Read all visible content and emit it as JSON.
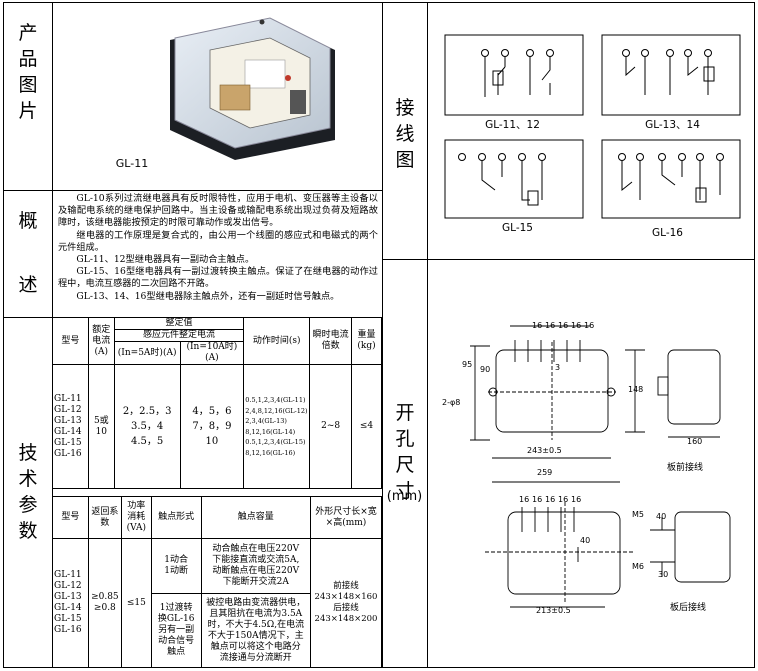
{
  "sections": {
    "product_image": "产品图片",
    "overview": [
      "概",
      "述"
    ],
    "tech_params": "技术参数",
    "wiring": "接线图",
    "cutout": [
      "开",
      "孔",
      "尺",
      "寸"
    ],
    "cutout_unit": "(mm)"
  },
  "product_caption": "GL-11",
  "overview_text": [
    "GL-10系列过流继电器具有反时限特性，应用于电机、变压器等主设备以及输配电系统的继电保护回路中。当主设备或输配电系统出现过负荷及短路故障时，该继电器能按预定的时限可靠动作或发出信号。",
    "继电器的工作原理是复合式的，由公用一个线圈的感应式和电磁式的两个元件组成。",
    "GL-11、12型继电器具有一副动合主触点。",
    "GL-15、16型继电器具有一副过渡转换主触点。保证了在继电器的动作过程中，电流互感器的二次回路不开路。",
    "GL-13、14、16型继电器除主触点外，还有一副延时信号触点。"
  ],
  "table1": {
    "h_model": "型号",
    "h_rated": "额定电流(A)",
    "h_setting": "整定值",
    "h_induction": "感应元件整定电流",
    "h_in5": "(In=5A时)(A)",
    "h_in10": "(In=10A时)(A)",
    "h_time": "动作时间(s)",
    "h_instant": "瞬时电流倍数",
    "h_weight": "重量(kg)",
    "models": [
      "GL-11",
      "GL-12",
      "GL-13",
      "GL-14",
      "GL-15",
      "GL-16"
    ],
    "rated": "5或10",
    "in5": [
      "2，2.5，3",
      "3.5，4",
      "4.5，5"
    ],
    "in10": [
      "4，5，6",
      "7，8，9",
      "10"
    ],
    "times": [
      "0.5,1,2,3,4(GL-11)",
      "2,4,8,12,16(GL-12)",
      "2,3,4(GL-13)",
      "8,12,16(GL-14)",
      "0.5,1,2,3,4(GL-15)",
      "8,12,16(GL-16)"
    ],
    "instant": "2~8",
    "weight": "≤4"
  },
  "table2": {
    "h_model": "型号",
    "h_return": "返回系数",
    "h_power": "功率消耗(VA)",
    "h_contact": "触点形式",
    "h_capacity": "触点容量",
    "h_dims": "外形尺寸长×宽×高(mm)",
    "models": [
      "GL-11",
      "GL-12",
      "GL-13",
      "GL-14",
      "GL-15",
      "GL-16"
    ],
    "return_vals": [
      "≥0.85",
      "≥0.8"
    ],
    "power": "≤15",
    "contact1": [
      "1动合",
      "1动断"
    ],
    "capacity1": [
      "动合触点在电压220V",
      "下能接直流或交流5A,",
      "动断触点在电压220V",
      "下能断开交流2A"
    ],
    "contact2": [
      "1过渡转",
      "换GL-16",
      "另有一副",
      "动合信号",
      "触点"
    ],
    "capacity2": [
      "被控电路由变流器供电，",
      "且其阻抗在电流为3.5A",
      "时，不大于4.5Ω,在电流",
      "不大于150A情况下，主",
      "触点可以将这个电路分",
      "流接通与分流断开"
    ],
    "dims": [
      "前接线",
      "243×148×160",
      "后接线",
      "243×148×200"
    ]
  },
  "wiring_labels": [
    "GL-11、12",
    "GL-13、14",
    "GL-15",
    "GL-16"
  ],
  "cutout_labels": {
    "front_caption": "板前接线",
    "rear_caption": "板后接线",
    "d16": "16",
    "d95": "95",
    "d90": "90",
    "d3": "3",
    "d148": "148",
    "hole": "2-φ8",
    "d243": "243±0.5",
    "d259": "259",
    "d160": "160",
    "d40": "40",
    "d213": "213±0.5",
    "m5": "M5",
    "m6": "M6",
    "d40b": "40",
    "d30": "30"
  }
}
